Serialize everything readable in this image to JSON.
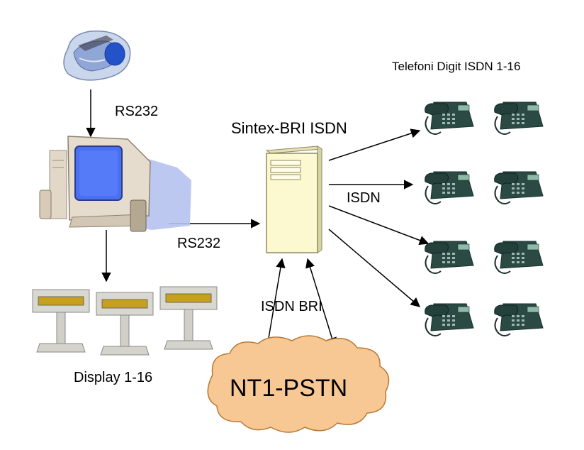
{
  "labels": {
    "rs232_top": "RS232",
    "rs232_bottom": "RS232",
    "server": "Sintex-BRI ISDN",
    "isdn": "ISDN",
    "isdn_bri": "ISDN BRI",
    "phones": "Telefoni Digit ISDN 1-16",
    "displays": "Display 1-16",
    "cloud": "NT1-PSTN"
  },
  "icons": {
    "reader": "card-reader-icon",
    "computer": "desktop-computer-icon",
    "server": "tower-server-icon",
    "display": "pole-display-icon",
    "phone": "desk-phone-icon",
    "cloud": "cloud-icon"
  },
  "colors": {
    "phone_body": "#2c4a44",
    "monitor_screen": "#4a6ff0",
    "server_body": "#fcf8d0",
    "cloud_fill": "#f7c893",
    "display_screen": "#c8a020"
  }
}
